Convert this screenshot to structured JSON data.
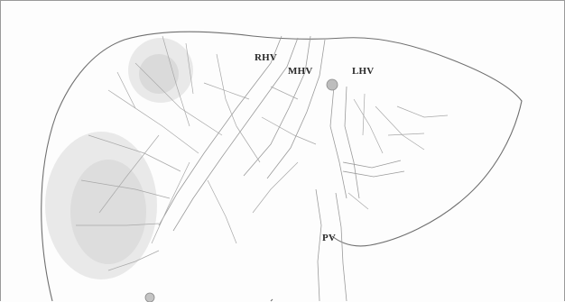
{
  "figure": {
    "labels": {
      "rhv": "RHV",
      "mhv": "MHV",
      "lhv": "LHV",
      "pv": "PV"
    }
  }
}
